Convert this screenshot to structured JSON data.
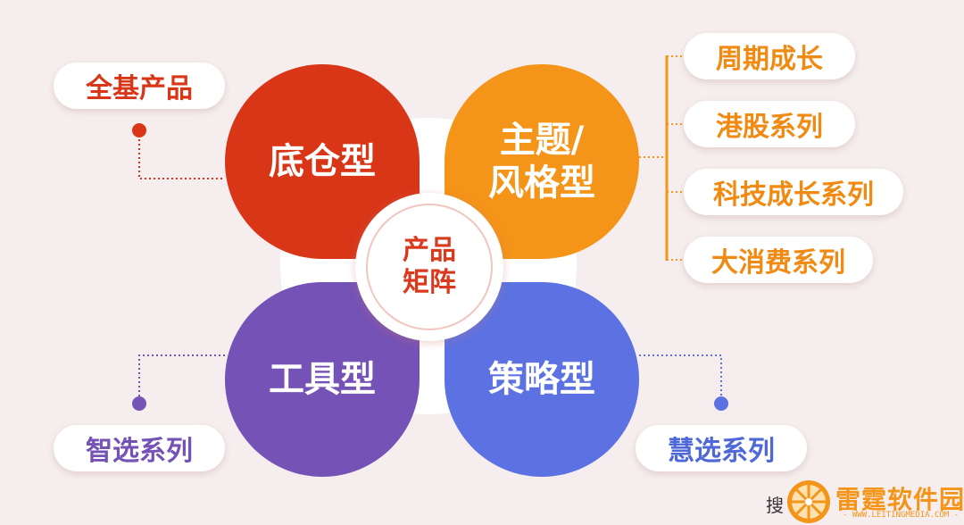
{
  "center": {
    "line1": "产品",
    "line2": "矩阵"
  },
  "petals": {
    "top_left": {
      "label": "底仓型"
    },
    "top_right": {
      "line1": "主题/",
      "line2": "风格型"
    },
    "bottom_left": {
      "label": "工具型"
    },
    "bottom_right": {
      "label": "策略型"
    }
  },
  "pills": {
    "quanji": "全基产品",
    "orange_list": [
      "周期成长",
      "港股系列",
      "科技成长系列",
      "大消费系列"
    ],
    "zhixuan": "智选系列",
    "huixuan": "慧选系列"
  },
  "colors": {
    "red": "#d93618",
    "orange": "#f49418",
    "purple": "#7452b6",
    "blue": "#5c72e2",
    "background": "#f6eeee"
  },
  "watermark": {
    "search_glyph": "搜",
    "name": "雷霆软件园",
    "url": "- WWW.LEITINGMEDIA.COM -"
  }
}
